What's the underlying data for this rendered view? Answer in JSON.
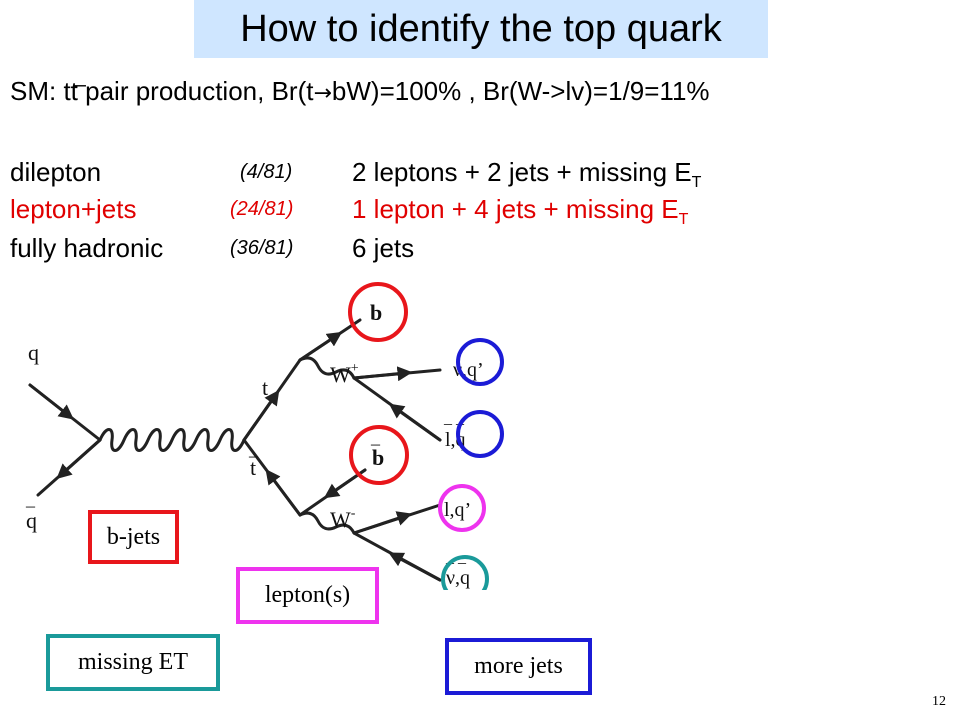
{
  "title": "How to identify the top quark",
  "sm_line": {
    "prefix": "SM: ",
    "tt": "tt",
    "rest": " pair production, Br(t",
    "arrow": "→",
    "rest2": "bW)=100% , Br(W->lv)=1/9=11%"
  },
  "channels": [
    {
      "name": "dilepton",
      "fraction": "(4/81)",
      "signature": "2 leptons + 2 jets + missing E",
      "sub": "T",
      "color": "#000000"
    },
    {
      "name": "lepton+jets",
      "fraction": "(24/81)",
      "signature": "1 lepton + 4 jets + missing E",
      "sub": "T",
      "color": "#e00000"
    },
    {
      "name": "fully hadronic",
      "fraction": "(36/81)",
      "signature": "6 jets",
      "sub": "",
      "color": "#000000"
    }
  ],
  "diagram": {
    "q_in": "q",
    "qbar_in": "q",
    "t": "t",
    "tbar": "t",
    "b_top": "b",
    "b_bot": "b",
    "w_plus": "W",
    "w_plus_sup": "+",
    "w_minus": "W",
    "w_minus_sup": "-",
    "out1": "ν,q’",
    "out2": "l,q",
    "out3": "l,q’",
    "out4": "ν,q"
  },
  "legend": {
    "bjets": "b-jets",
    "leptons": "lepton(s)",
    "missing": "missing ET",
    "more_jets": "more jets"
  },
  "colors": {
    "bjets": "#e8161b",
    "leptons": "#ee33ee",
    "missing": "#1a9a9a",
    "more_jets": "#1b1bd6",
    "title_bg": "#cfe6ff"
  },
  "page_number": "12"
}
